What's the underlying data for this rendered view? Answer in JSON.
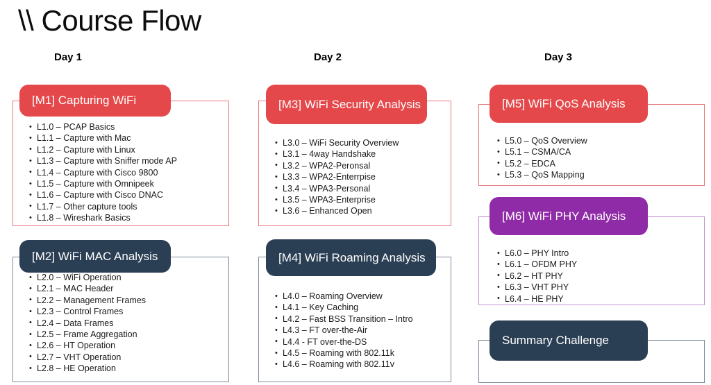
{
  "page": {
    "title": "\\\\ Course Flow",
    "background_color": "#ffffff"
  },
  "colors": {
    "red": "#e5484a",
    "red_outline": "#e8767a",
    "navy": "#2b3f54",
    "navy_outline": "#7b8a99",
    "purple": "#8f2ba6",
    "purple_outline": "#c091d0",
    "text": "#1a1a1a",
    "chip_text": "#ffffff"
  },
  "columns": [
    {
      "id": "day-1",
      "header": "Day 1"
    },
    {
      "id": "day-2",
      "header": "Day 2"
    },
    {
      "id": "day-3",
      "header": "Day 3"
    }
  ],
  "modules": [
    {
      "id": "m1",
      "chip_label": "[M1] Capturing WiFi",
      "color": "red",
      "lessons": [
        "L1.0 – PCAP Basics",
        "L1.1 – Capture with Mac",
        "L1.2 – Capture with Linux",
        "L1.3 – Capture with Sniffer mode AP",
        "L1.4 – Capture with Cisco 9800",
        "L1.5 – Capture with Omnipeek",
        "L1.6 – Capture with Cisco DNAC",
        "L1.7 – Other capture tools",
        "L1.8 – Wireshark Basics"
      ]
    },
    {
      "id": "m2",
      "chip_label": "[M2] WiFi MAC Analysis",
      "color": "navy",
      "lessons": [
        "L2.0 – WiFi Operation",
        "L2.1 – MAC Header",
        "L2.2 – Management Frames",
        "L2.3 – Control Frames",
        "L2.4 – Data Frames",
        "L2.5 – Frame Aggregation",
        "L2.6 – HT Operation",
        "L2.7 – VHT Operation",
        "L2.8 – HE Operation"
      ]
    },
    {
      "id": "m3",
      "chip_label": "[M3] WiFi Security Analysis",
      "color": "red",
      "lessons": [
        "L3.0 – WiFi Security Overview",
        "L3.1 – 4way Handshake",
        "L3.2 – WPA2-Peronsal",
        "L3.3 – WPA2-Enterrpise",
        "L3.4 – WPA3-Personal",
        "L3.5 – WPA3-Enterprise",
        "L3.6 – Enhanced Open"
      ]
    },
    {
      "id": "m4",
      "chip_label": "[M4] WiFi Roaming Analysis",
      "color": "navy",
      "lessons": [
        "L4.0 – Roaming Overview",
        "L4.1 – Key Caching",
        "L4.2 – Fast BSS Transition – Intro",
        "L4.3 – FT over-the-Air",
        "L4.4 -  FT over-the-DS",
        "L4.5 – Roaming with 802.11k",
        "L4.6 – Roaming with 802.11v"
      ]
    },
    {
      "id": "m5",
      "chip_label": "[M5] WiFi QoS Analysis",
      "color": "red",
      "lessons": [
        "L5.0 – QoS Overview",
        "L5.1 – CSMA/CA",
        "L5.2 – EDCA",
        "L5.3 – QoS Mapping"
      ]
    },
    {
      "id": "m6",
      "chip_label": "[M6] WiFi PHY Analysis",
      "color": "purple",
      "lessons": [
        "L6.0 – PHY Intro",
        "L6.1 – OFDM PHY",
        "L6.2 – HT PHY",
        "L6.3 – VHT PHY",
        "L6.4 – HE PHY"
      ]
    },
    {
      "id": "m7",
      "chip_label": "Summary Challenge",
      "color": "navy",
      "lessons": []
    }
  ]
}
